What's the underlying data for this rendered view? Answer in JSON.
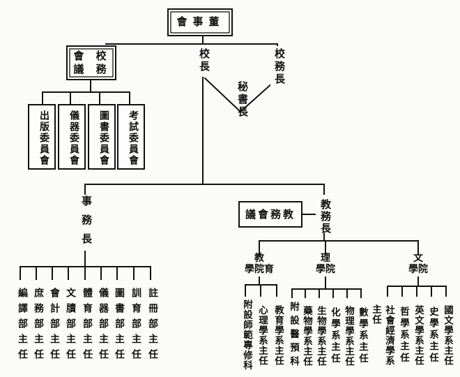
{
  "top": {
    "board": "會事董",
    "president": "校長",
    "provost": "校務長",
    "secretary": "秘書長"
  },
  "council": {
    "line1": "會 校",
    "line2": "議 務",
    "committees": [
      "出版委員會",
      "儀器委員會",
      "圖書委員會",
      "考試委員會"
    ]
  },
  "admin": {
    "head": "事務長",
    "departments": [
      "編譯部主任",
      "庶務部主任",
      "會計部主任",
      "文牘部主任",
      "體育部主任",
      "儀器部主任",
      "圖書部主任",
      "訓育部主任",
      "註冊部主任"
    ]
  },
  "academic": {
    "head": "教務長",
    "council": "議會務教",
    "colleges": [
      {
        "name_top": "教",
        "name_bottom": "學院育",
        "heads": [
          "附設師範專修科",
          "心理學系主任",
          "教育學系主任"
        ]
      },
      {
        "name_top": "理",
        "name_bottom": "學院",
        "heads": [
          "附設醫預科",
          "藥物學系主任",
          "生物學系主任",
          "化學系主任",
          "物理學系主任",
          "數學系主任"
        ]
      },
      {
        "name_top": "文",
        "name_bottom": "學院",
        "heads": [
          "主任",
          "社會經濟學系",
          "哲學系主任",
          "英文學系主任",
          "史學系主任",
          "國文學系主任"
        ]
      }
    ]
  }
}
